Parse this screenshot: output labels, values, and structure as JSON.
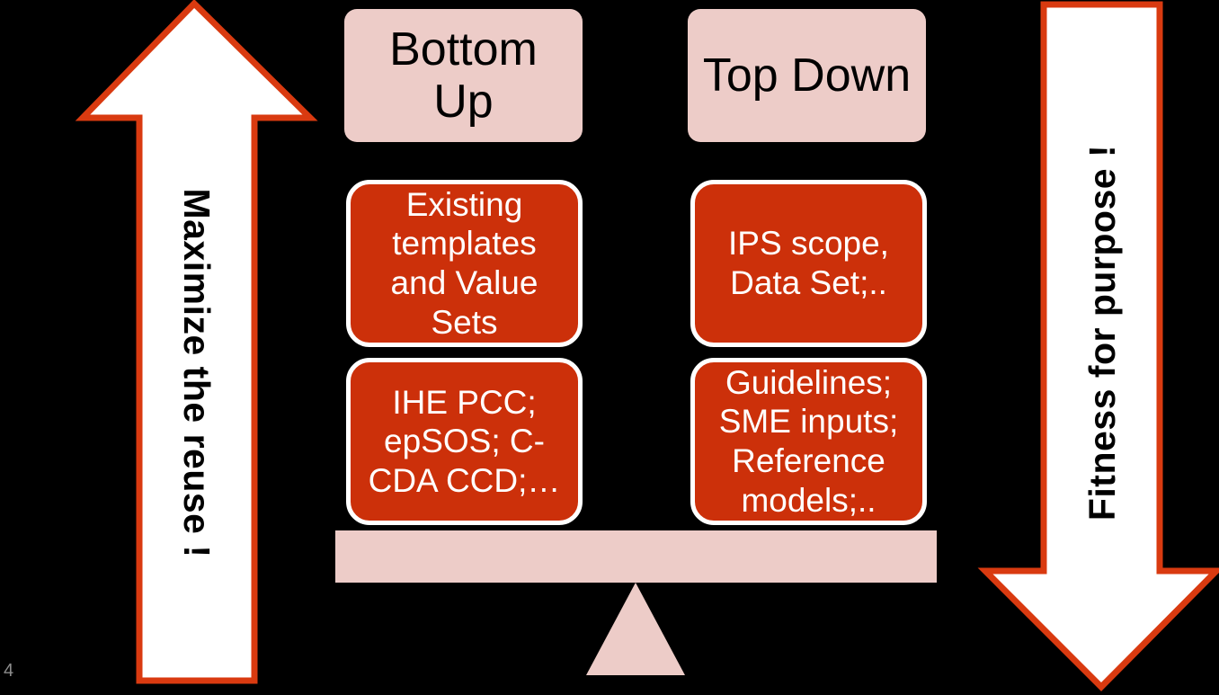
{
  "slide": {
    "number": "4",
    "background_color": "#000000"
  },
  "colors": {
    "pink": "#EDCCC8",
    "red": "#CC300A",
    "arrow_stroke": "#D93A10",
    "arrow_fill": "#FFFFFF",
    "text_light": "#FFFFFF",
    "text_dark": "#000000",
    "slide_number": "#8C8C8C"
  },
  "arrows": {
    "left": {
      "label": "Maximize the reuse !",
      "direction": "up",
      "icon": "arrow-up-icon"
    },
    "right": {
      "label": "Fitness for purpose !",
      "direction": "down",
      "icon": "arrow-down-icon"
    }
  },
  "columns": [
    {
      "header": "Bottom\nUp",
      "header_line1": "Bottom",
      "header_line2": "Up",
      "items": [
        "Existing templates and Value Sets",
        "IHE PCC; epSOS; C-CDA CCD;…"
      ]
    },
    {
      "header": "Top Down",
      "header_line1": "Top Down",
      "header_line2": "",
      "items": [
        "IPS scope, Data Set;..",
        "Guidelines; SME inputs; Reference models;.."
      ]
    }
  ],
  "balance": {
    "beam_label": "balance-beam",
    "fulcrum_label": "balance-fulcrum"
  }
}
